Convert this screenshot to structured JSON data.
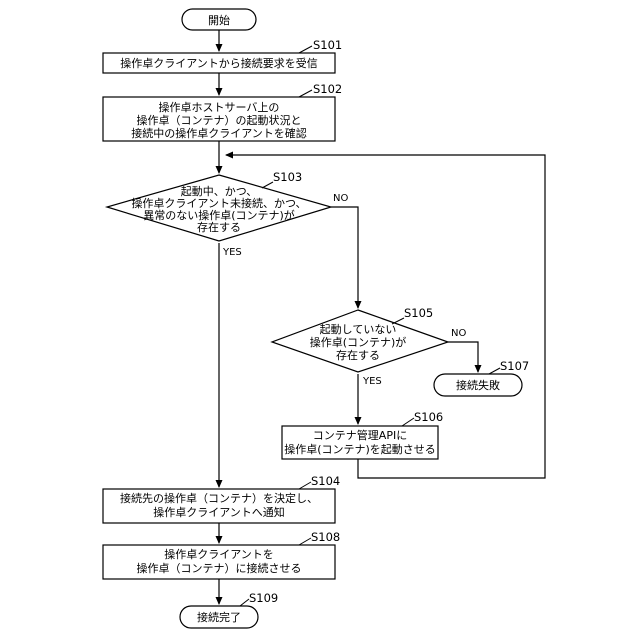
{
  "flowchart": {
    "start": {
      "label": "開始"
    },
    "s101": {
      "step": "S101",
      "lines": [
        "操作卓クライアントから接続要求を受信"
      ]
    },
    "s102": {
      "step": "S102",
      "lines": [
        "操作卓ホストサーバ上の",
        "操作卓（コンテナ）の起動状況と",
        "接続中の操作卓クライアントを確認"
      ]
    },
    "s103": {
      "step": "S103",
      "lines": [
        "起動中、かつ、",
        "操作卓クライアント未接続、かつ、",
        "異常のない操作卓(コンテナ)が",
        "存在する"
      ],
      "yes": "YES",
      "no": "NO"
    },
    "s105": {
      "step": "S105",
      "lines": [
        "起動していない",
        "操作卓(コンテナ)が",
        "存在する"
      ],
      "yes": "YES",
      "no": "NO"
    },
    "s107": {
      "step": "S107",
      "label": "接続失敗"
    },
    "s106": {
      "step": "S106",
      "lines": [
        "コンテナ管理APIに",
        "操作卓(コンテナ)を起動させる"
      ]
    },
    "s104": {
      "step": "S104",
      "lines": [
        "接続先の操作卓（コンテナ）を決定し、",
        "操作卓クライアントへ通知"
      ]
    },
    "s108": {
      "step": "S108",
      "lines": [
        "操作卓クライアントを",
        "操作卓（コンテナ）に接続させる"
      ]
    },
    "s109": {
      "step": "S109",
      "label": "接続完了"
    }
  }
}
